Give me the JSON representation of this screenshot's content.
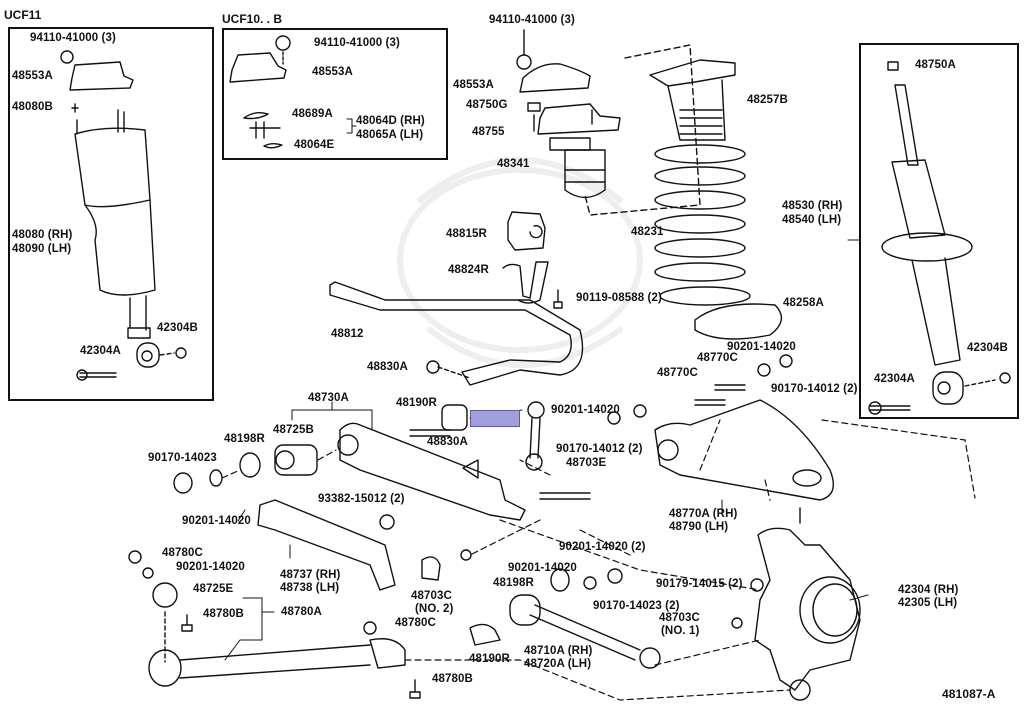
{
  "diagram": {
    "title": "Rear Suspension Parts Diagram",
    "figure_id": "481087-A",
    "highlight_color": "#a0a0dc",
    "insets": [
      {
        "title": "UCF11",
        "labels": [
          "94110-41000 (3)",
          "48553A",
          "48080B",
          "48080 (RH)",
          "48090 (LH)",
          "42304B",
          "42304A"
        ]
      },
      {
        "title": "UCF10. . B",
        "labels": [
          "94110-41000 (3)",
          "48553A",
          "48689A",
          "48064D (RH)",
          "48065A (LH)",
          "48064E"
        ]
      },
      {
        "title": "",
        "labels": [
          "48750A",
          "48530 (RH)",
          "48540 (LH)",
          "42304B",
          "42304A"
        ]
      }
    ],
    "labels": {
      "top_mount_bolt": "94110-41000 (3)",
      "top_mount": "48553A",
      "nut_48750g": "48750G",
      "support": "48755",
      "bumper": "48341",
      "dust_boot": "48257B",
      "coil_spring": "48231",
      "spring_seat": "48258A",
      "stab_bushing": "48815R",
      "stab_bracket": "48824R",
      "stab_bolt": "90119-08588 (2)",
      "stab_bar": "48812",
      "stab_nut_1": "48830A",
      "lower_arm_assy": "48730A",
      "bolt_48190r_1": "48190R",
      "stab_nut_2": "48830A",
      "bushing_48725b": "48725B",
      "washer_48198r_1": "48198R",
      "nut_90170_14023": "90170-14023",
      "washer_90201_a": "90201-14020",
      "clip_93382": "93382-15012 (2)",
      "upper_washer_1": "90201-14020",
      "upper_bolt_1": "48770C",
      "upper_washer_2": "90201-14020",
      "upper_bolt_2": "48770C",
      "upper_nut_1": "90170-14012 (2)",
      "upper_nut_2": "90170-14012 (2)",
      "bolt_48703e": "48703E",
      "upper_arm_rh": "48770A (RH)",
      "upper_arm_lh": "48790    (LH)",
      "nut_48780c_1": "48780C",
      "washer_90201_b": "90201-14020",
      "bushing_48725e": "48725E",
      "bolt_48780b_1": "48780B",
      "strut_rod": "48780A",
      "cover_rh": "48737 (RH)",
      "cover_lh": "48738 (LH)",
      "washer_90201_c": "90201-14020",
      "cam_48703c_2": "48703C",
      "cam_48703c_2_no": "(NO. 2)",
      "nut_48780c_2": "48780C",
      "washer_48198r_2": "48198R",
      "bolt_48190r_2": "48190R",
      "toe_arm_rh": "48710A (RH)",
      "toe_arm_lh": "48720A (LH)",
      "bolt_48780b_2": "48780B",
      "washer_90201_d": "90201-14020 (2)",
      "nut_90170_14023_2": "90170-14023 (2)",
      "nut_90179": "90179-14015 (2)",
      "cam_48703c_1": "48703C",
      "cam_48703c_1_no": "(NO. 1)",
      "carrier_rh": "42304 (RH)",
      "carrier_lh": "42305 (LH)"
    }
  }
}
